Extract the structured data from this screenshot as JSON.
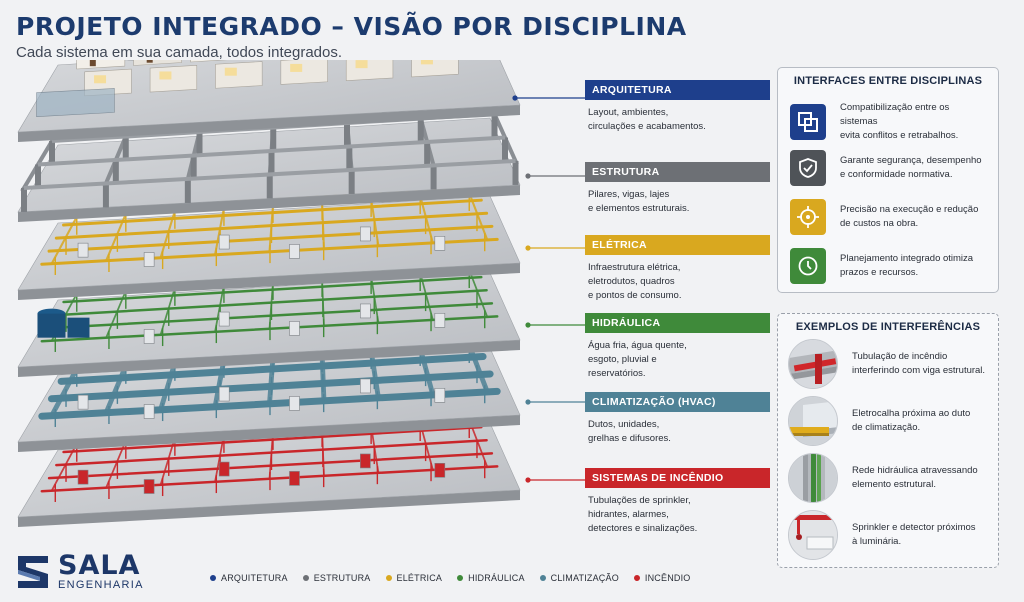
{
  "header": {
    "title": "PROJETO INTEGRADO – VISÃO POR DISCIPLINA",
    "subtitle": "Cada sistema em sua camada, todos integrados."
  },
  "disciplines": [
    {
      "label": "ARQUITETURA",
      "color": "#1e3f8c",
      "desc": [
        "Layout, ambientes,",
        "circulações e acabamentos."
      ]
    },
    {
      "label": "ESTRUTURA",
      "color": "#6d7075",
      "desc": [
        "Pilares, vigas, lajes",
        "e elementos estruturais."
      ]
    },
    {
      "label": "ELÉTRICA",
      "color": "#d9a81f",
      "desc": [
        "Infraestrutura elétrica,",
        "eletrodutos, quadros",
        "e pontos de consumo."
      ]
    },
    {
      "label": "HIDRÁULICA",
      "color": "#3f8a3a",
      "desc": [
        "Água fria, água quente,",
        "esgoto, pluvial e",
        "reservatórios."
      ]
    },
    {
      "label": "CLIMATIZAÇÃO (HVAC)",
      "color": "#4f8296",
      "desc": [
        "Dutos, unidades,",
        "grelhas e difusores."
      ]
    },
    {
      "label": "SISTEMAS DE INCÊNDIO",
      "color": "#c9262a",
      "desc": [
        "Tubulações de sprinkler,",
        "hidrantes, alarmes,",
        "detectores e sinalizações."
      ]
    }
  ],
  "interfaces": {
    "title": "INTERFACES ENTRE DISCIPLINAS",
    "items": [
      {
        "icon": "compatibility-icon",
        "color": "#1e3f8c",
        "text": [
          "Compatibilização entre os sistemas",
          "evita conflitos e retrabalhos."
        ]
      },
      {
        "icon": "shield-check-icon",
        "color": "#4f5358",
        "text": [
          "Garante segurança, desempenho",
          "e conformidade normativa."
        ]
      },
      {
        "icon": "target-icon",
        "color": "#d9a81f",
        "text": [
          "Precisão na execução e redução",
          "de custos na obra."
        ]
      },
      {
        "icon": "clock-icon",
        "color": "#3f8a3a",
        "text": [
          "Planejamento integrado otimiza",
          "prazos e recursos."
        ]
      }
    ]
  },
  "examples": {
    "title": "EXEMPLOS DE INTERFERÊNCIAS",
    "items": [
      {
        "text": [
          "Tubulação de incêndio",
          "interferindo com viga estrutural."
        ]
      },
      {
        "text": [
          "Eletrocalha próxima ao duto",
          "de climatização."
        ]
      },
      {
        "text": [
          "Rede hidráulica atravessando",
          "elemento estrutural."
        ]
      },
      {
        "text": [
          "Sprinkler e detector próximos",
          "à luminária."
        ]
      }
    ]
  },
  "legend": [
    {
      "label": "ARQUITETURA",
      "color": "#1e3f8c"
    },
    {
      "label": "ESTRUTURA",
      "color": "#6d7075"
    },
    {
      "label": "ELÉTRICA",
      "color": "#d9a81f"
    },
    {
      "label": "HIDRÁULICA",
      "color": "#3f8a3a"
    },
    {
      "label": "CLIMATIZAÇÃO",
      "color": "#4f8296"
    },
    {
      "label": "INCÊNDIO",
      "color": "#c9262a"
    }
  ],
  "brand": {
    "name": "SALA",
    "sub": "ENGENHARIA"
  }
}
